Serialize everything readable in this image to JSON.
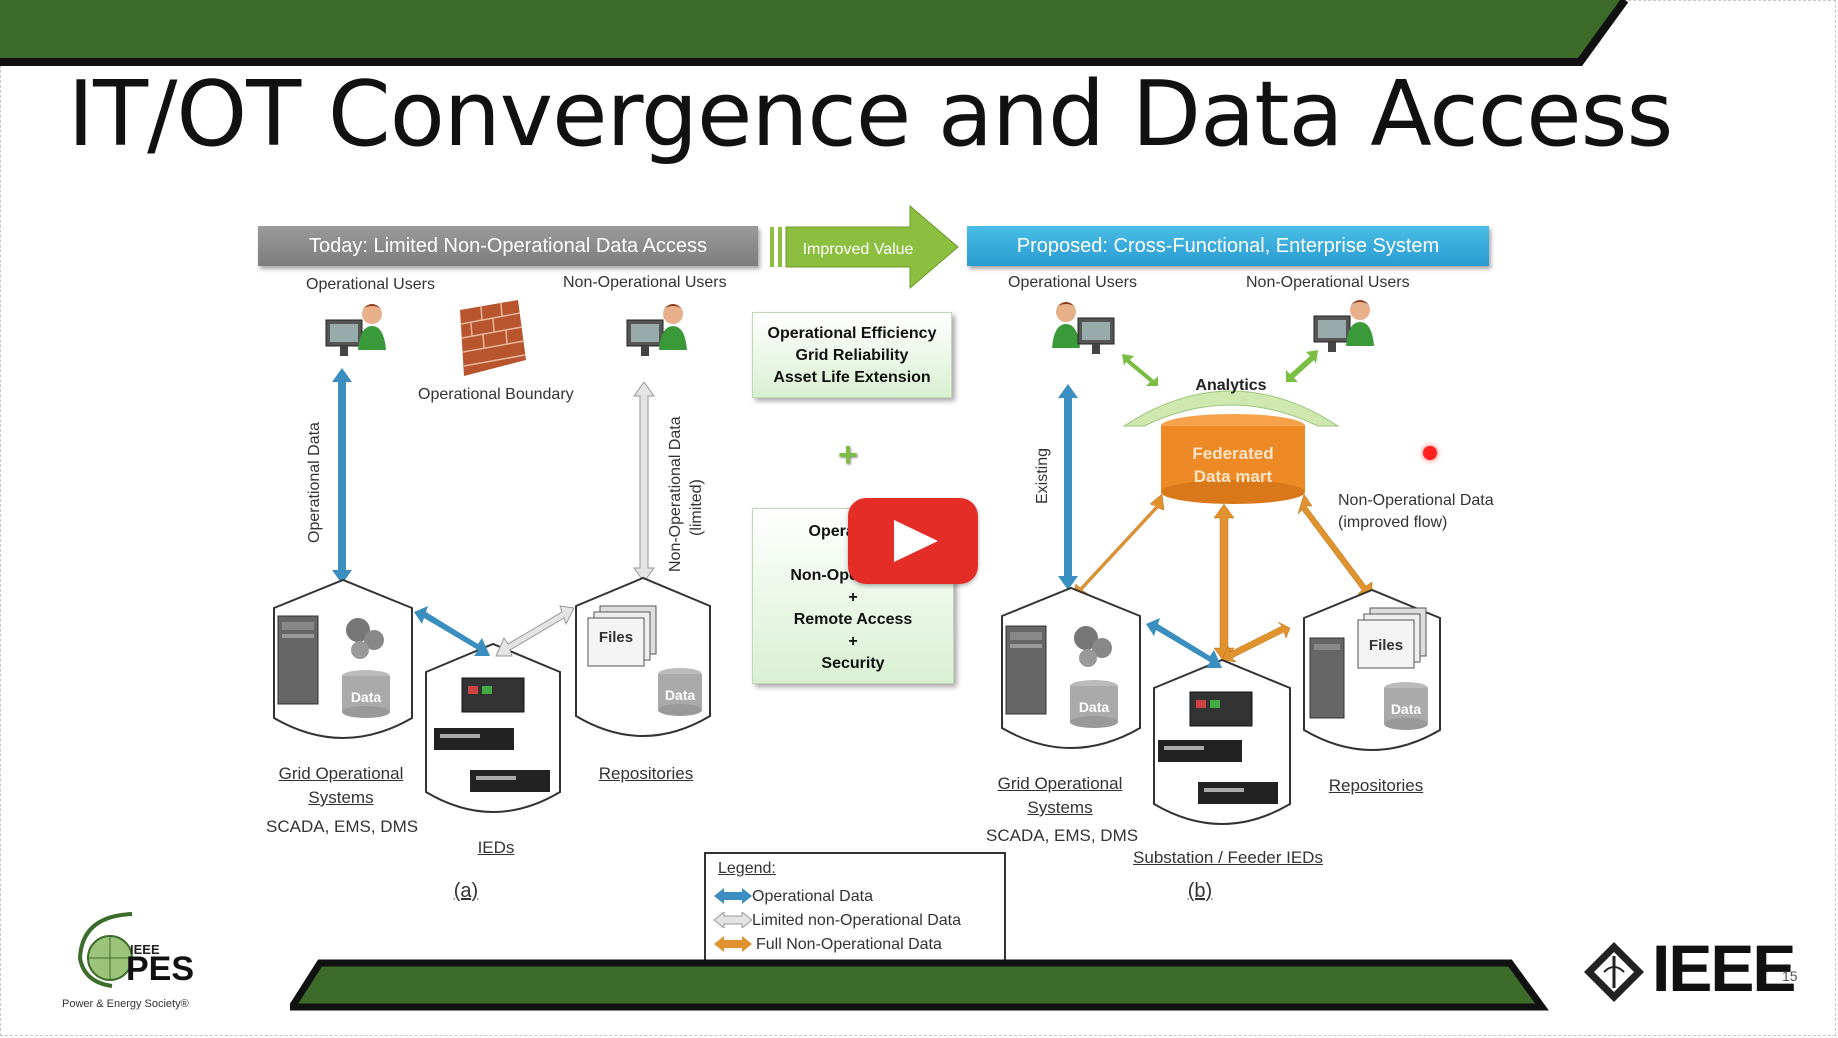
{
  "slide": {
    "title": "IT/OT Convergence and Data Access",
    "page_number": "15"
  },
  "diagram": {
    "left_header": "Today:  Limited Non-Operational Data Access",
    "arrow_label": "Improved Value",
    "right_header": "Proposed: Cross-Functional, Enterprise System",
    "left": {
      "operational_users": "Operational Users",
      "non_operational_users": "Non-Operational Users",
      "operational_boundary": "Operational Boundary",
      "operational_data": "Operational Data",
      "non_operational_data_1": "Non-Operational Data",
      "non_operational_data_2": "(limited)",
      "files": "Files",
      "data1": "Data",
      "data2": "Data",
      "grid_systems_1": "Grid Operational",
      "grid_systems_2": "Systems",
      "grid_systems_sub": "SCADA, EMS, DMS",
      "ieds": "IEDs",
      "repositories": "Repositories",
      "caption": "(a)"
    },
    "center": {
      "benefits": [
        "Operational Efficiency",
        "Grid Reliability",
        "Asset Life Extension"
      ],
      "plus": "+",
      "box2_line1": "Operational",
      "box2_line2": "Non-Operational",
      "plus1": "+",
      "box2_line3": "Remote Access",
      "plus2": "+",
      "box2_line4": "Security"
    },
    "right": {
      "operational_users": "Operational Users",
      "non_operational_users": "Non-Operational Users",
      "analytics": "Analytics",
      "datamart_1": "Federated",
      "datamart_2": "Data mart",
      "existing": "Existing",
      "non_op_flow_1": "Non-Operational Data",
      "non_op_flow_2": "(improved flow)",
      "files": "Files",
      "data1": "Data",
      "data2": "Data",
      "grid_systems_1": "Grid Operational",
      "grid_systems_2": "Systems",
      "grid_systems_sub": "SCADA, EMS, DMS",
      "ieds": "Substation / Feeder IEDs",
      "repositories": "Repositories",
      "caption": "(b)"
    },
    "legend": {
      "title": "Legend:",
      "items": [
        "Operational Data",
        "Limited non-Operational Data",
        "Full Non-Operational Data"
      ]
    }
  },
  "logos": {
    "pes_main": "PES",
    "pes_ieee": "IEEE",
    "pes_sub": "Power & Energy Society®",
    "ieee": "IEEE"
  },
  "colors": {
    "banner_green": "#3d6b2a",
    "blue_arrow": "#3a8fc0",
    "orange_arrow": "#e0922f",
    "header_gray": "#888888",
    "header_blue": "#2fa8d8",
    "play_red": "#e52d27"
  },
  "video": {
    "play_icon": "play-button-icon"
  }
}
